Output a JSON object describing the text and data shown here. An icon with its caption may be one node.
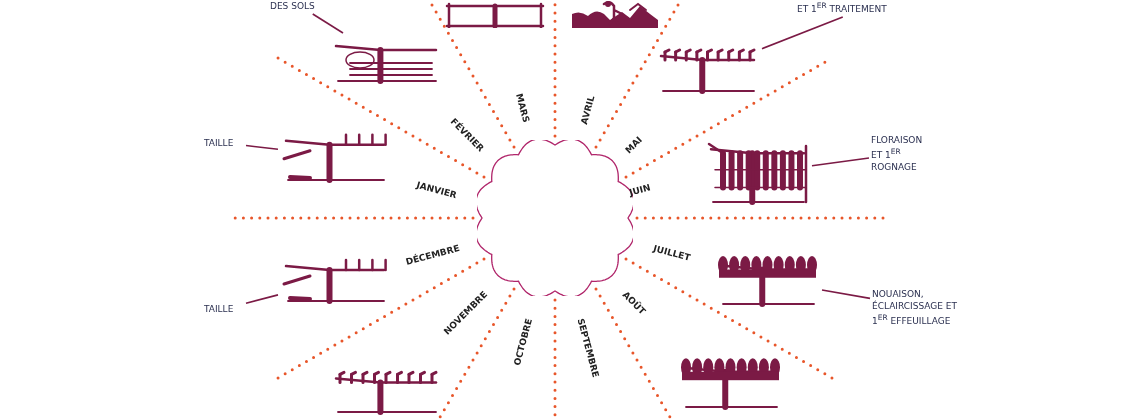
{
  "diagram": {
    "nodes": [
      {
        "text": [
          "DES SOLS"
        ]
      },
      {
        "text": [
          "ET 1$^{ER}$ TRAITEMENT"
        ]
      },
      {
        "text": [],
        "shape": "picture"
      },
      {
        "text": [],
        "shape": "picture"
      },
      {
        "text": [],
        "shape": "picture"
      },
      {
        "text": [],
        "shape": "picture"
      },
      {
        "text": [
          "TAILLE"
        ]
      },
      {
        "text": [],
        "shape": "picture"
      },
      {
        "text": [
          "FLORAISON ET 1$^{ER}$ ROGNAGE"
        ]
      },
      {
        "text": [],
        "shape": "picture"
      },
      {
        "text": [],
        "shape": "picture"
      },
      {
        "text": [],
        "shape": "picture"
      },
      {
        "text": [
          "TAILLE"
        ]
      },
      {
        "text": [
          "NOUAISON, ÉCLAIRCISSAGE ET 1$^{ER}$ EFFEUILLAGE"
        ]
      },
      {
        "text": [],
        "shape": "picture"
      },
      {
        "text": [],
        "shape": "picture"
      },
      {
        "text": [],
        "shape": "circle"
      }
    ],
    "edges": [
      {
        "from": 0,
        "to": 4,
        "arrow": "none"
      },
      {
        "from": 1,
        "to": 5,
        "arrow": "none"
      },
      {
        "from": 6,
        "to": 7,
        "arrow": "none"
      },
      {
        "from": 8,
        "to": 9,
        "arrow": "none"
      },
      {
        "from": 12,
        "to": 10,
        "arrow": "none"
      },
      {
        "from": 13,
        "to": 11,
        "arrow": "none"
      }
    ],
    "labels": [
      "MARS",
      "AVRIL",
      "FÉVRIER",
      "MAI",
      "JANVIER",
      "JUIN",
      "DÉCEMBRE",
      "JUILLET",
      "NOVEMBRE",
      "AOÛT",
      "OCTOBRE",
      "SEPTEMBRE"
    ]
  }
}
